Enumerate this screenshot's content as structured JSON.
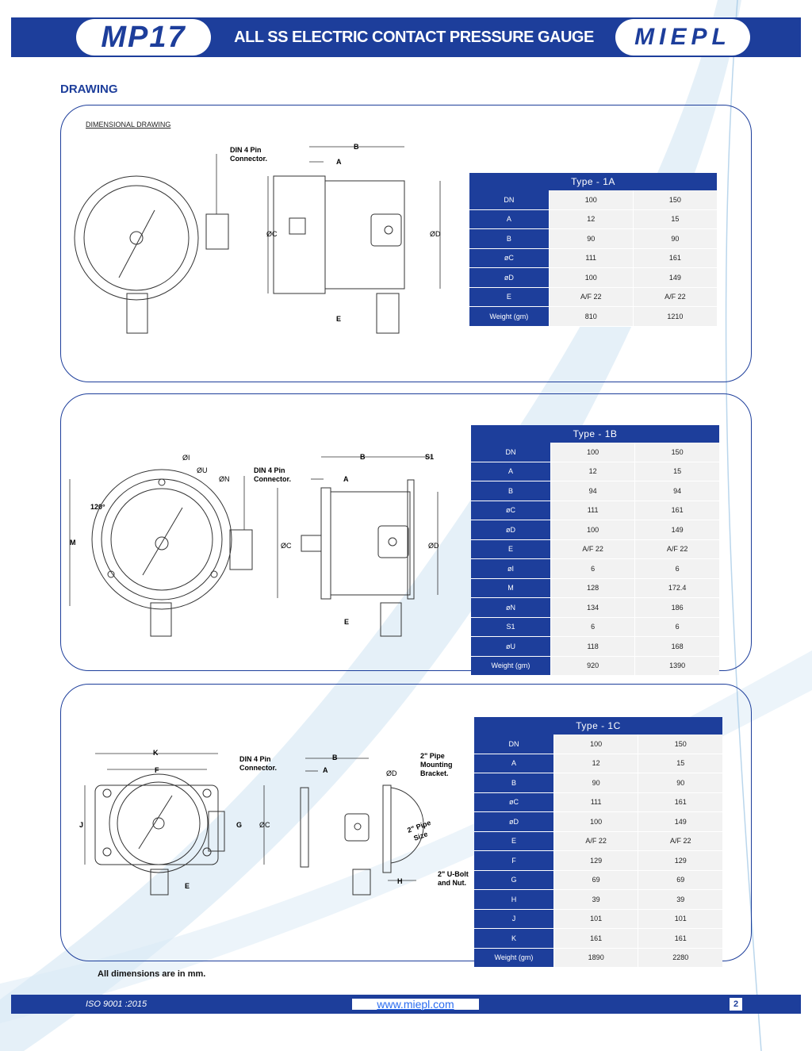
{
  "header": {
    "model": "MP17",
    "title": "ALL SS ELECTRIC CONTACT PRESSURE GAUGE",
    "brand": "MIEPL"
  },
  "section_title": "DRAWING",
  "dimensional_label": "DIMENSIONAL DRAWING",
  "drawing1": {
    "din": "DIN 4 Pin",
    "connector": "Connector.",
    "B": "B",
    "A": "A",
    "C": "ØC",
    "D": "ØD",
    "E": "E"
  },
  "drawing2": {
    "I": "ØI",
    "U": "ØU",
    "N": "ØN",
    "din": "DIN 4 Pin",
    "connector": "Connector.",
    "B": "B",
    "S1": "S1",
    "A": "A",
    "angle": "120°",
    "M": "M",
    "C": "ØC",
    "D": "ØD",
    "E": "E"
  },
  "drawing3": {
    "K": "K",
    "F": "F",
    "din": "DIN 4 Pin",
    "connector": "Connector.",
    "B": "B",
    "A": "A",
    "D": "ØD",
    "pipe1": "2\" Pipe",
    "pipe2": "Mounting",
    "pipe3": "Bracket.",
    "J": "J",
    "G": "G",
    "C": "ØC",
    "pipesize1": "2\" Pipe",
    "pipesize2": "Size",
    "ubolt1": "2\" U-Bolt",
    "ubolt2": "and  Nut.",
    "H": "H",
    "E": "E"
  },
  "table1": {
    "title": "Type -  1A",
    "rows": [
      [
        "DN",
        "100",
        "150"
      ],
      [
        "A",
        "12",
        "15"
      ],
      [
        "B",
        "90",
        "90"
      ],
      [
        "øC",
        "111",
        "161"
      ],
      [
        "øD",
        "100",
        "149"
      ],
      [
        "E",
        "A/F 22",
        "A/F 22"
      ],
      [
        "Weight (gm)",
        "810",
        "1210"
      ]
    ]
  },
  "table2": {
    "title": "Type -  1B",
    "rows": [
      [
        "DN",
        "100",
        "150"
      ],
      [
        "A",
        "12",
        "15"
      ],
      [
        "B",
        "94",
        "94"
      ],
      [
        "øC",
        "111",
        "161"
      ],
      [
        "øD",
        "100",
        "149"
      ],
      [
        "E",
        "A/F 22",
        "A/F 22"
      ],
      [
        "øI",
        "6",
        "6"
      ],
      [
        "M",
        "128",
        "172.4"
      ],
      [
        "øN",
        "134",
        "186"
      ],
      [
        "S1",
        "6",
        "6"
      ],
      [
        "øU",
        "118",
        "168"
      ],
      [
        "Weight (gm)",
        "920",
        "1390"
      ]
    ]
  },
  "table3": {
    "title": "Type -  1C",
    "rows": [
      [
        "DN",
        "100",
        "150"
      ],
      [
        "A",
        "12",
        "15"
      ],
      [
        "B",
        "90",
        "90"
      ],
      [
        "øC",
        "111",
        "161"
      ],
      [
        "øD",
        "100",
        "149"
      ],
      [
        "E",
        "A/F 22",
        "A/F 22"
      ],
      [
        "F",
        "129",
        "129"
      ],
      [
        "G",
        "69",
        "69"
      ],
      [
        "H",
        "39",
        "39"
      ],
      [
        "J",
        "101",
        "101"
      ],
      [
        "K",
        "161",
        "161"
      ],
      [
        "Weight (gm)",
        "1890",
        "2280"
      ]
    ]
  },
  "note": "All dimensions are in mm.",
  "footer": {
    "iso": "ISO 9001 :2015",
    "url": "www.miepl.com",
    "page": "2"
  },
  "colors": {
    "brand_blue": "#1d3e9b",
    "cell_gray": "#f2f2f2"
  }
}
